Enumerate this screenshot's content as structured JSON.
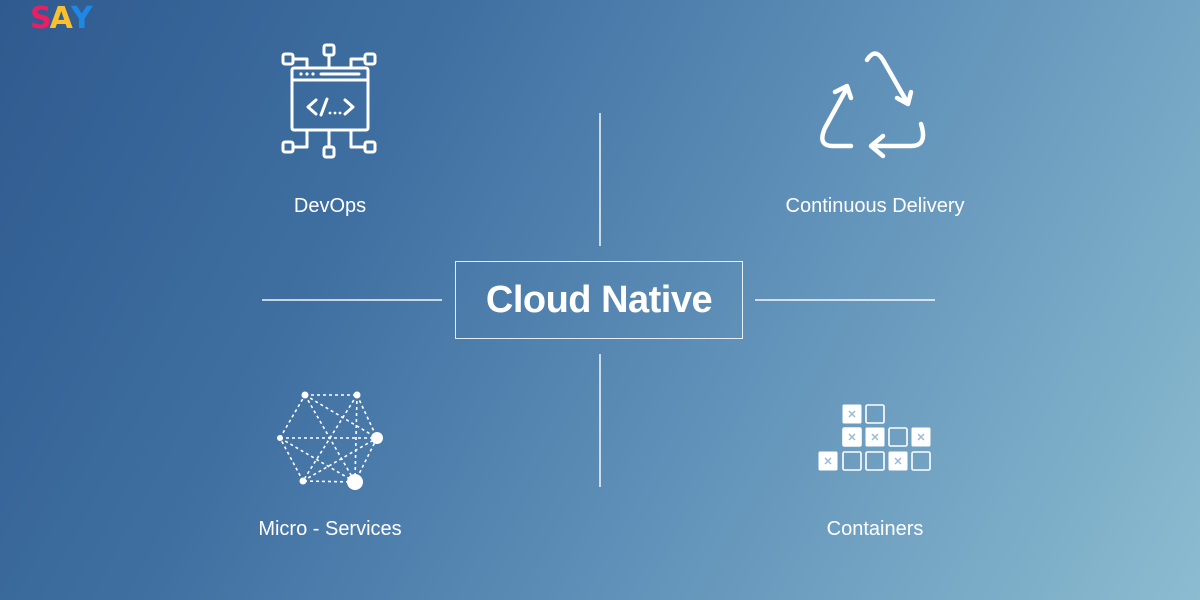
{
  "logo": {
    "letters": [
      "S",
      "A",
      "Y"
    ],
    "colors": [
      "#e91e63",
      "#fbc02d",
      "#1e88e5"
    ]
  },
  "center_title": "Cloud Native",
  "nodes": [
    {
      "label": "DevOps",
      "icon": "code-chip-icon"
    },
    {
      "label": "Continuous Delivery",
      "icon": "recycle-icon"
    },
    {
      "label": "Micro - Services",
      "icon": "network-mesh-icon"
    },
    {
      "label": "Containers",
      "icon": "container-grid-icon"
    }
  ]
}
